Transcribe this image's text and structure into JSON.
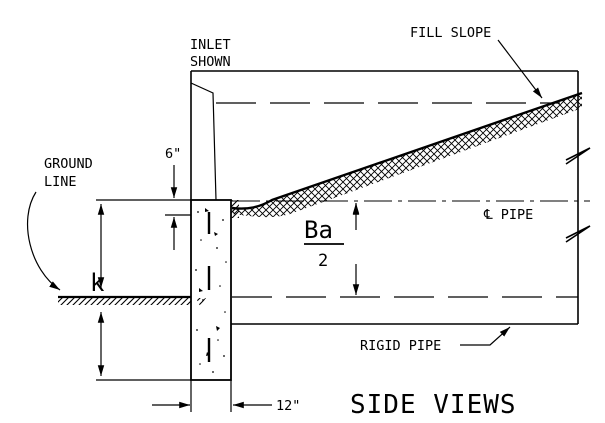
{
  "labels": {
    "inlet_shown": [
      "INLET",
      "SHOWN"
    ],
    "fill_slope": "FILL SLOPE",
    "ground_line": [
      "GROUND",
      "LINE"
    ],
    "six_inch": "6\"",
    "centerline_pipe": "℄ PIPE",
    "ba_numerator": "Ba",
    "ba_denominator": "2",
    "k": "k",
    "rigid_pipe": "RIGID PIPE",
    "twelve_inch": "12\"",
    "title": "SIDE VIEWS"
  },
  "colors": {
    "ink": "#000000",
    "background": "#ffffff"
  }
}
